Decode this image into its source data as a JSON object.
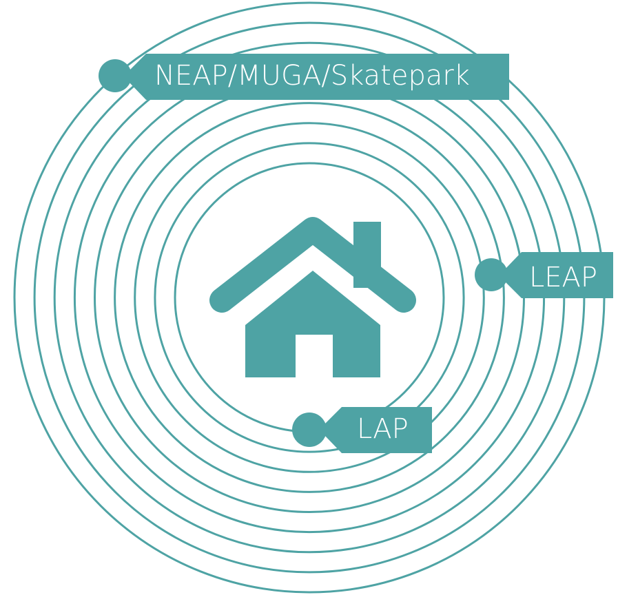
{
  "colors": {
    "primary": "#4ea3a4",
    "background": "#ffffff",
    "label_text": "#ffffff"
  },
  "diagram": {
    "rings_count": 9,
    "center_icon": "house-icon",
    "tags": {
      "neap": {
        "label": "NEAP/MUGA/Skatepark"
      },
      "leap": {
        "label": "LEAP"
      },
      "lap": {
        "label": "LAP"
      }
    }
  }
}
